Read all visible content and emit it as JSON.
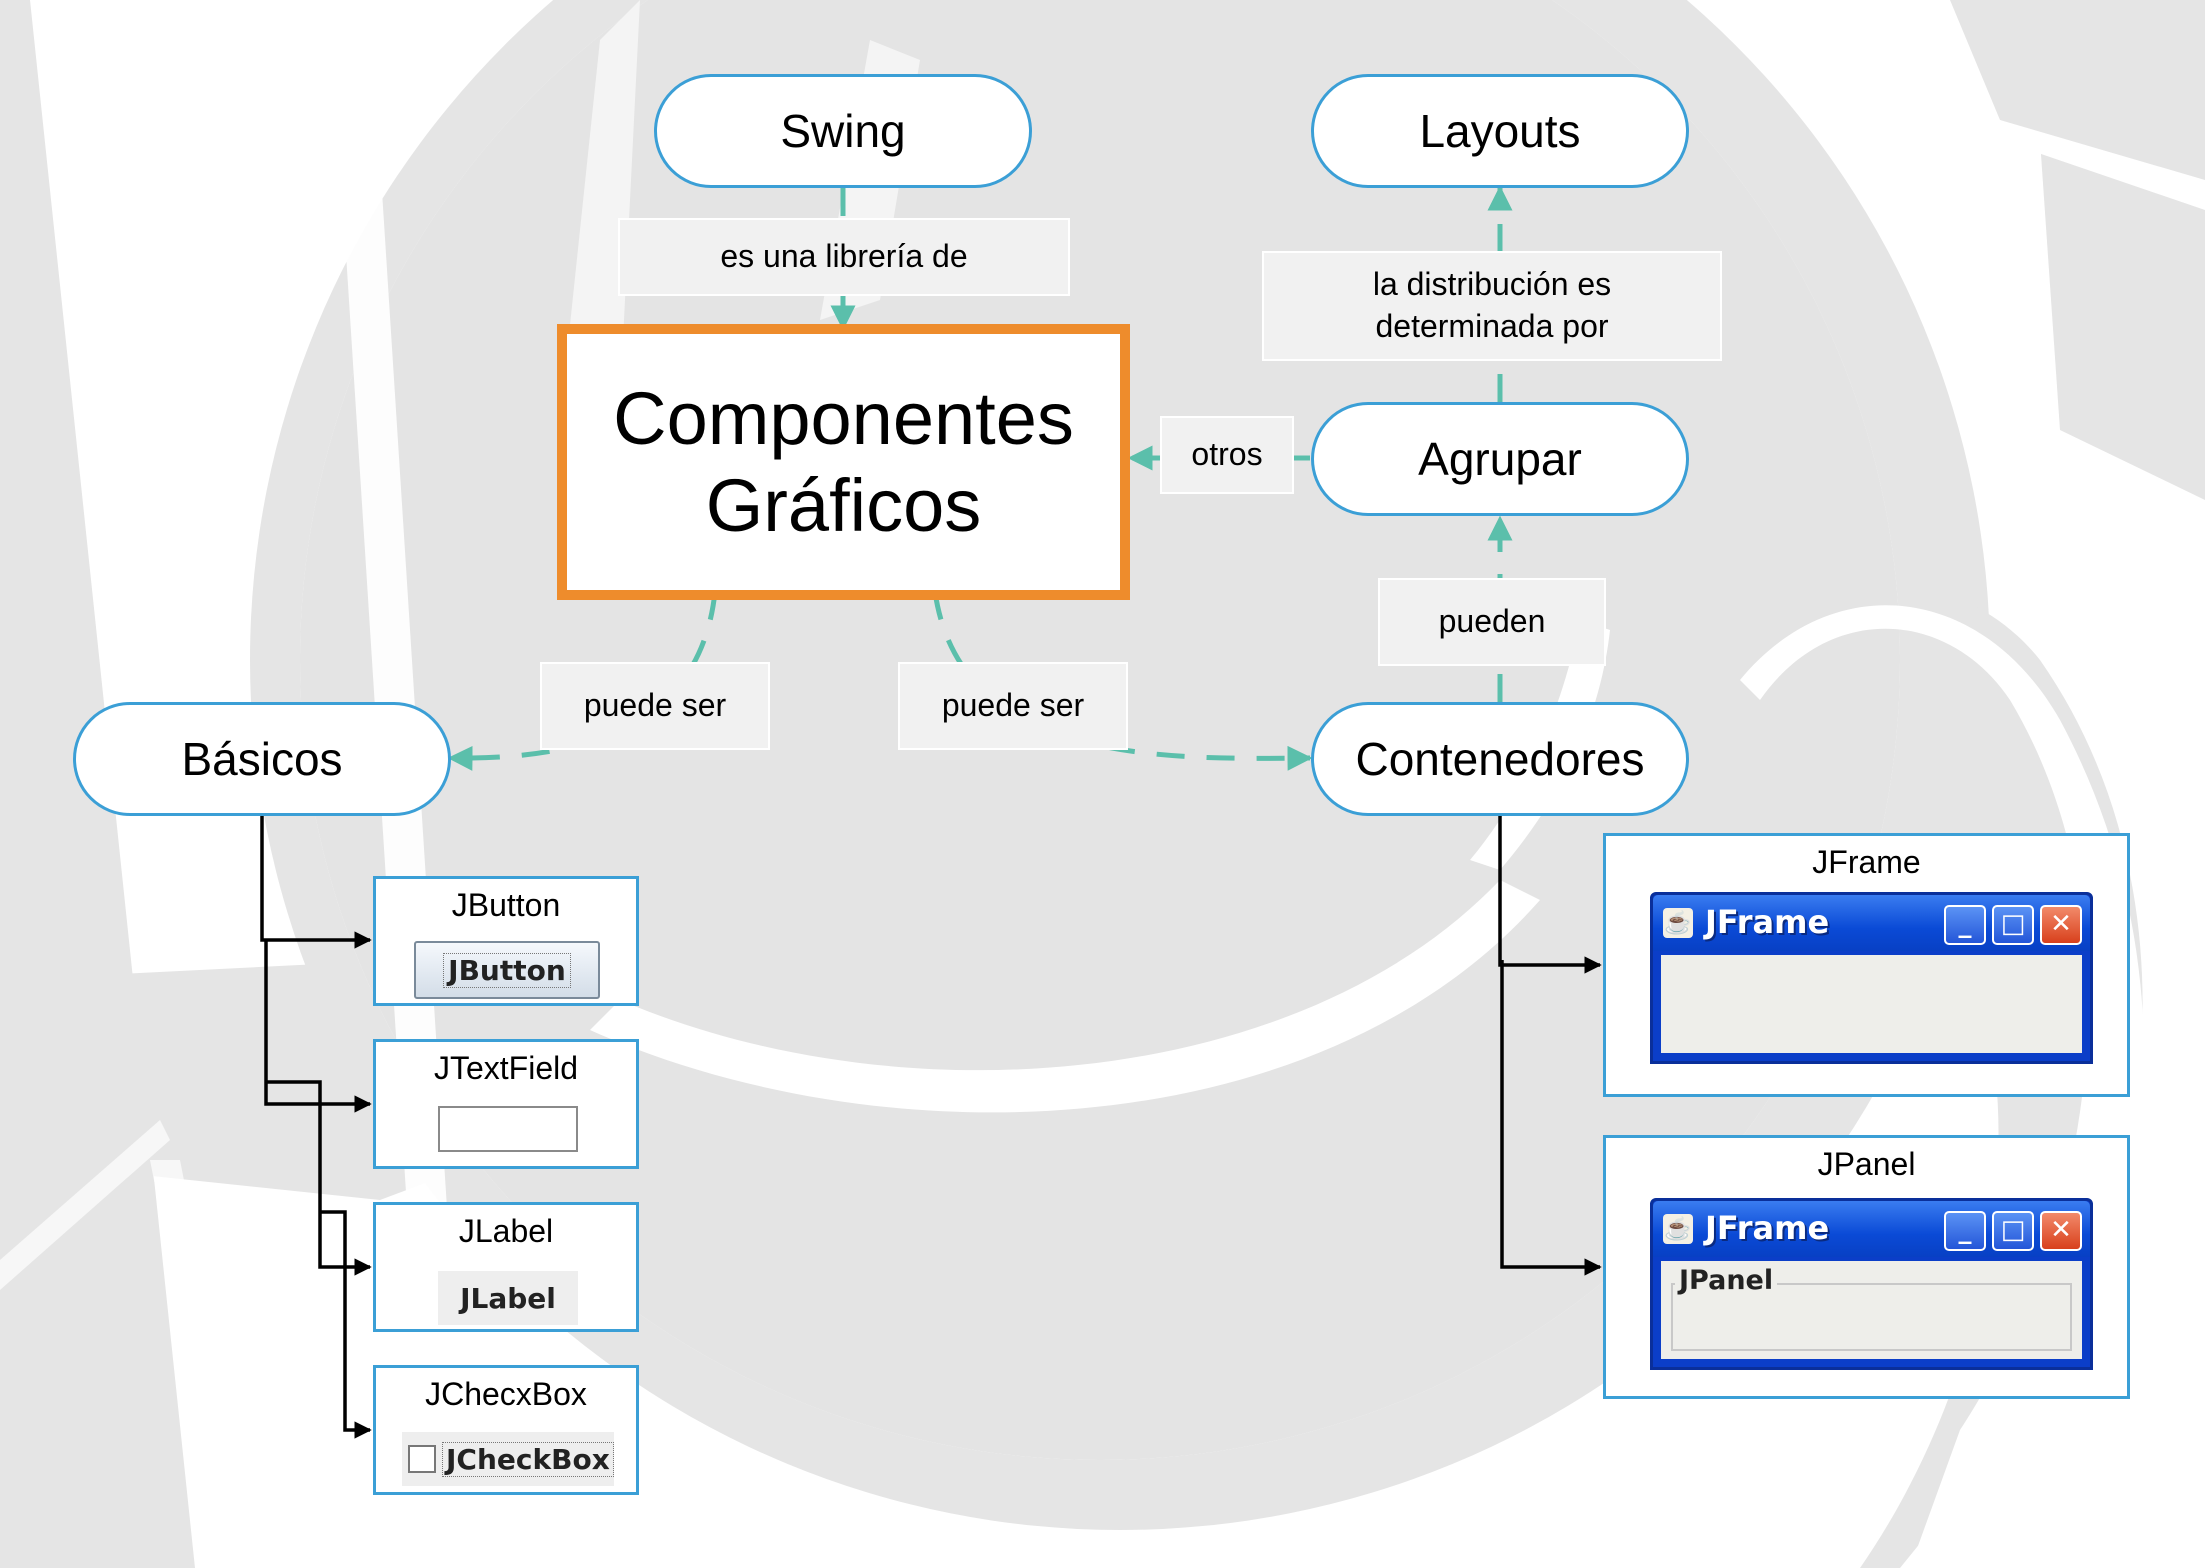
{
  "nodes": {
    "swing": "Swing",
    "layouts": "Layouts",
    "main_line1": "Componentes",
    "main_line2": "Gráficos",
    "agrupar": "Agrupar",
    "basicos": "Básicos",
    "contenedores": "Contenedores"
  },
  "links": {
    "es_una_libreria": "es una librería de",
    "distribucion_line1": "la distribución es",
    "distribucion_line2": "determinada por",
    "otros": "otros",
    "pueden": "pueden",
    "puede_ser_left": "puede ser",
    "puede_ser_right": "puede ser"
  },
  "cards": {
    "jbutton": {
      "title": "JButton",
      "widget": "JButton"
    },
    "jtextfield": {
      "title": "JTextField"
    },
    "jlabel": {
      "title": "JLabel",
      "widget": "JLabel"
    },
    "jcheckbox": {
      "title": "JChecxBox",
      "widget": "JCheckBox"
    },
    "jframe": {
      "title": "JFrame",
      "window_title": "JFrame"
    },
    "jpanel": {
      "title": "JPanel",
      "window_title": "JFrame",
      "panel_label": "JPanel"
    }
  },
  "window_buttons": {
    "minimize": "_",
    "maximize": "□",
    "close": "✕"
  },
  "colors": {
    "node_border": "#3b9fd6",
    "main_border": "#ee8c2c",
    "connector_dashed": "#5bbfab",
    "connector_solid": "#000000",
    "background_watermark": "#e4e4e4"
  }
}
